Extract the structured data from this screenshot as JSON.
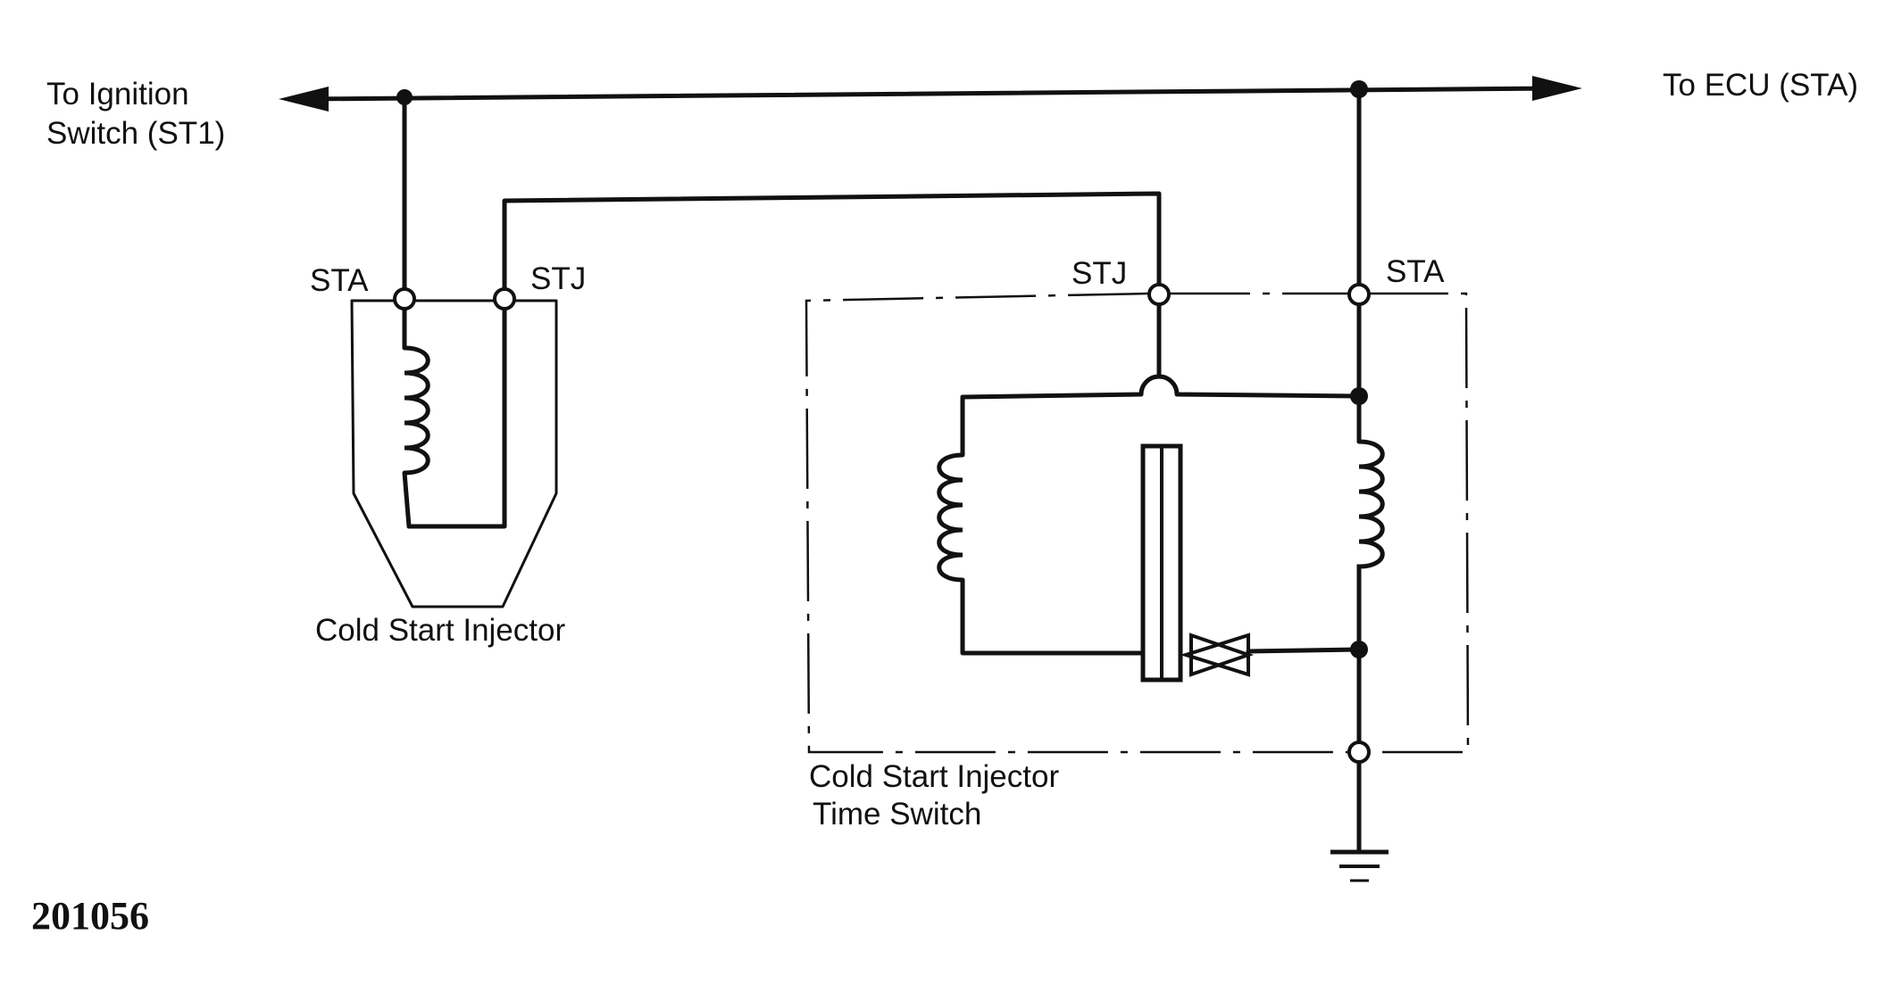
{
  "labels": {
    "ignition_line1": "To Ignition",
    "ignition_line2": "Switch (ST1)",
    "ecu": "To ECU (STA)",
    "injector_sta": "STA",
    "injector_stj": "STJ",
    "switch_stj": "STJ",
    "switch_sta": "STA",
    "injector_name": "Cold Start Injector",
    "switch_name_line1": "Cold Start Injector",
    "switch_name_line2": "Time Switch",
    "figure_number": "201056"
  },
  "colors": {
    "ink": "#111111",
    "background": "#ffffff"
  }
}
